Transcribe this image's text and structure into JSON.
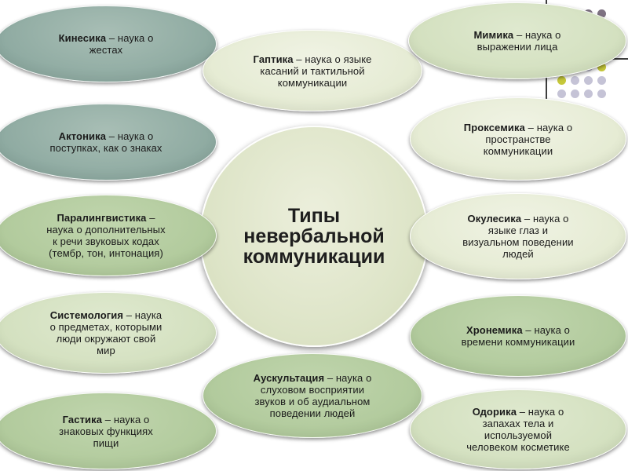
{
  "colors": {
    "grey": "#8eaaa1",
    "cream": "#e5ebd3",
    "sage": "#d3e0bf",
    "green": "#b1ca9c",
    "center": "#dde4c7",
    "dot_purple": "#7e7282",
    "dot_olive": "#a2a476",
    "dot_green": "#8ea57c",
    "dot_yellow": "#c6c83a",
    "dot_lavender": "#c5c3d6"
  },
  "center": {
    "title": "Типы\nневербальной\nкоммуникации"
  },
  "items": {
    "kinesika": {
      "term": "Кинесика",
      "desc": " – наука о\nжестах"
    },
    "gaptika": {
      "term": "Гаптика",
      "desc": " – наука о языке\nкасаний и тактильной\nкоммуникации"
    },
    "mimika": {
      "term": "Мимика",
      "desc": " – наука о\nвыражении лица"
    },
    "aktonika": {
      "term": "Актоника",
      "desc": " – наука о\nпоступках, как о знаках"
    },
    "proksemika": {
      "term": "Проксемика",
      "desc": " – наука о\nпространстве\nкоммуникации"
    },
    "paralingv": {
      "term": "Паралингвистика",
      "desc": " –\nнаука о дополнительных\nк речи звуковых кодах\n(тембр, тон, интонация)"
    },
    "okulesika": {
      "term": "Окулесика",
      "desc": " – наука о\nязыке глаз и\nвизуальном поведении\nлюдей"
    },
    "sistemologia": {
      "term": "Системология",
      "desc": " – наука\nо предметах, которыми\nлюди окружают свой\nмир"
    },
    "hronemika": {
      "term": "Хронемика",
      "desc": " – наука о\nвремени коммуникации"
    },
    "auskultacia": {
      "term": "Аускультация",
      "desc": " – наука о\nслуховом восприятии\nзвуков и об аудиальном\nповедении людей"
    },
    "gastika": {
      "term": "Гастика",
      "desc": " – наука о\nзнаковых функциях\nпищи"
    },
    "odorika": {
      "term": "Одорика",
      "desc": " – наука о\nзапахах тела и\nиспользуемой\nчеловеком косметике"
    }
  }
}
